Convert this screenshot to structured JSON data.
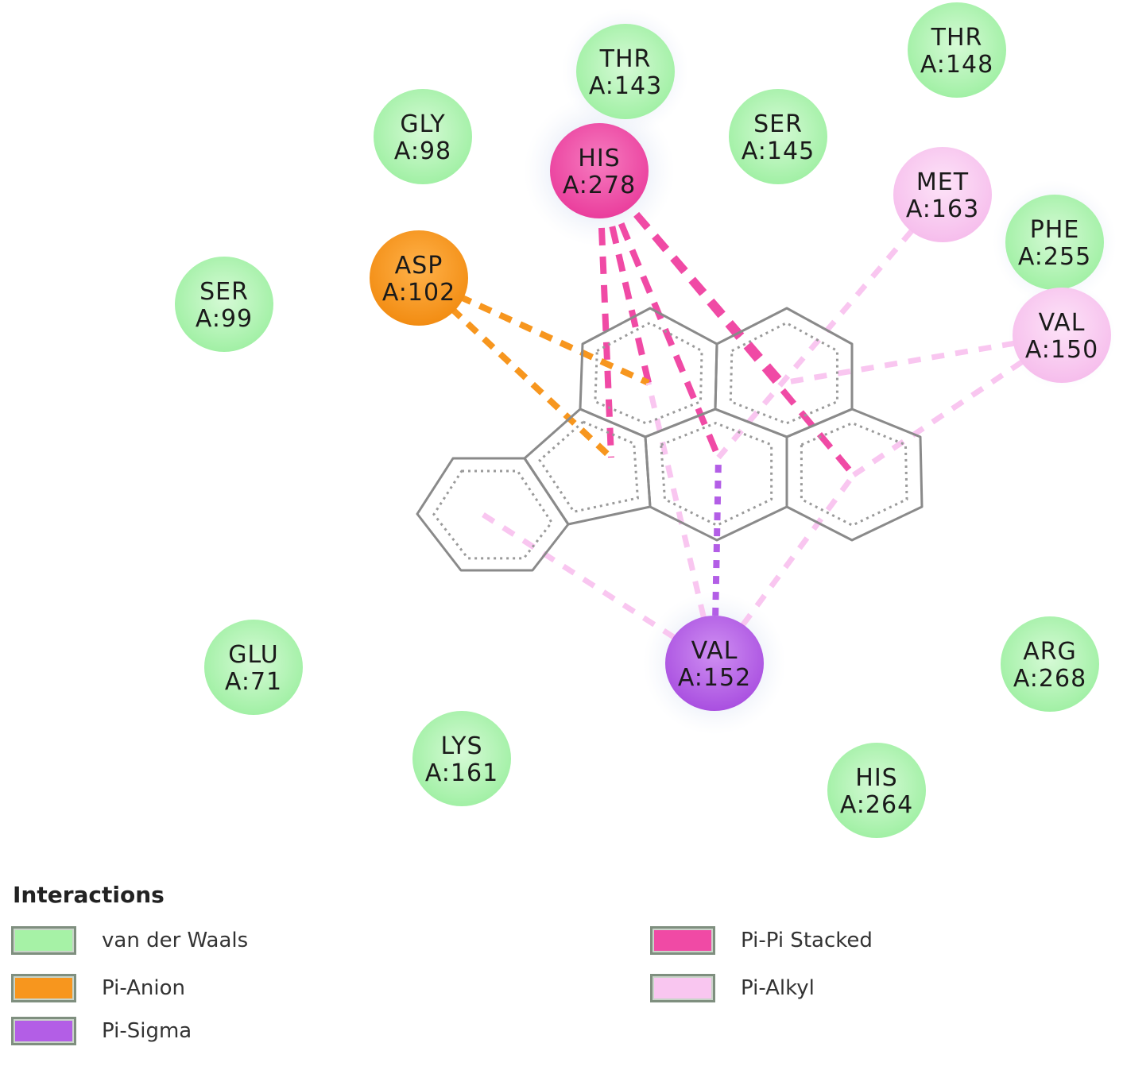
{
  "colors": {
    "van_der_waals": "#a6f2a6",
    "pi_anion": "#f7961e",
    "pi_sigma": "#b35ee6",
    "pi_pi_stacked": "#f04aa5",
    "pi_alkyl": "#f9c6f0",
    "bond": "#8a8a8a",
    "aromatic": "#9a9a9a"
  },
  "residues": [
    {
      "id": "thr143",
      "name": "THR",
      "num": "A:143",
      "type": "van_der_waals"
    },
    {
      "id": "thr148",
      "name": "THR",
      "num": "A:148",
      "type": "van_der_waals"
    },
    {
      "id": "gly98",
      "name": "GLY",
      "num": "A:98",
      "type": "van_der_waals"
    },
    {
      "id": "his278",
      "name": "HIS",
      "num": "A:278",
      "type": "pi_pi_stacked"
    },
    {
      "id": "ser145",
      "name": "SER",
      "num": "A:145",
      "type": "van_der_waals"
    },
    {
      "id": "met163",
      "name": "MET",
      "num": "A:163",
      "type": "pi_alkyl"
    },
    {
      "id": "phe255",
      "name": "PHE",
      "num": "A:255",
      "type": "van_der_waals"
    },
    {
      "id": "asp102",
      "name": "ASP",
      "num": "A:102",
      "type": "pi_anion"
    },
    {
      "id": "ser99",
      "name": "SER",
      "num": "A:99",
      "type": "van_der_waals"
    },
    {
      "id": "val150",
      "name": "VAL",
      "num": "A:150",
      "type": "pi_alkyl"
    },
    {
      "id": "glu71",
      "name": "GLU",
      "num": "A:71",
      "type": "van_der_waals"
    },
    {
      "id": "val152",
      "name": "VAL",
      "num": "A:152",
      "type": "pi_sigma"
    },
    {
      "id": "arg268",
      "name": "ARG",
      "num": "A:268",
      "type": "van_der_waals"
    },
    {
      "id": "lys161",
      "name": "LYS",
      "num": "A:161",
      "type": "van_der_waals"
    },
    {
      "id": "his264",
      "name": "HIS",
      "num": "A:264",
      "type": "van_der_waals"
    }
  ],
  "interactions": [
    {
      "from": "his278",
      "ring": "B",
      "type": "pi_pi_stacked"
    },
    {
      "from": "his278",
      "ring": "C",
      "type": "pi_pi_stacked"
    },
    {
      "from": "his278",
      "ring": "D",
      "type": "pi_pi_stacked"
    },
    {
      "from": "his278",
      "ring": "E",
      "type": "pi_pi_stacked"
    },
    {
      "from": "his278",
      "ring": "F",
      "type": "pi_pi_stacked"
    },
    {
      "from": "asp102",
      "ring": "C",
      "type": "pi_anion"
    },
    {
      "from": "asp102",
      "ring": "B",
      "type": "pi_anion"
    },
    {
      "from": "val152",
      "ring": "D",
      "type": "pi_sigma"
    },
    {
      "from": "val152",
      "ring": "A",
      "type": "pi_alkyl"
    },
    {
      "from": "val152",
      "ring": "C",
      "type": "pi_alkyl"
    },
    {
      "from": "val152",
      "ring": "F",
      "type": "pi_alkyl"
    },
    {
      "from": "met163",
      "ring": "D",
      "type": "pi_alkyl"
    },
    {
      "from": "val150",
      "ring": "E",
      "type": "pi_alkyl"
    },
    {
      "from": "val150",
      "ring": "F",
      "type": "pi_alkyl"
    }
  ],
  "legend": {
    "title": "Interactions",
    "items": [
      {
        "key": "van_der_waals",
        "label": "van der Waals"
      },
      {
        "key": "pi_anion",
        "label": "Pi-Anion"
      },
      {
        "key": "pi_sigma",
        "label": "Pi-Sigma"
      },
      {
        "key": "pi_pi_stacked",
        "label": "Pi-Pi Stacked"
      },
      {
        "key": "pi_alkyl",
        "label": "Pi-Alkyl"
      }
    ]
  }
}
